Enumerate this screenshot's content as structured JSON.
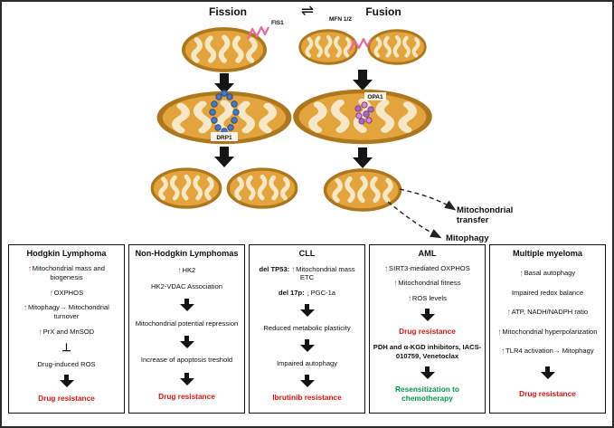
{
  "diagram": {
    "fission_label": "Fission",
    "fusion_label": "Fusion",
    "equilibrium_symbol": "⇌",
    "fis1_label": "FIS1",
    "mfn_label": "MFN 1/2",
    "drp1_label": "DRP1",
    "opa1_label": "OPA1",
    "transfer_label_line1": "Mitochondrial",
    "transfer_label_line2": "transfer",
    "mitophagy_label": "Mitophagy"
  },
  "symbols": {
    "up_arrow": "↑",
    "down_arrow": "↓",
    "inhibition": "⊥"
  },
  "colors": {
    "increase_arrow": "#B03A2E",
    "resistance_text": "#E01212",
    "resensitization_text": "#009B4E",
    "mitochondrion_body": "#E3A33D",
    "mitochondrion_outline": "#AD771E",
    "fission_fusion_protein_pink": "#E8679C",
    "drp1_blue": "#4A78C0",
    "opa1_purple": "#A569BD"
  },
  "panels": [
    {
      "title": "Hodgkin Lymphoma",
      "items": [
        {
          "text": "Mitochondrial mass and biogenesis"
        },
        {
          "text": "OXPHOS"
        },
        {
          "text": "Mitophagy→  Mitochondrial turnover"
        },
        {
          "text": "PrX and MnSOD"
        },
        {
          "text": "Drug-induced ROS"
        },
        {
          "text": "Drug resistance"
        }
      ]
    },
    {
      "title": "Non-Hodgkin Lymphomas",
      "items": [
        {
          "text": "HK2"
        },
        {
          "text": "HK2-VDAC Association"
        },
        {
          "text": "Mitochondrial potential repression"
        },
        {
          "text": "Increase of apoptosis treshold"
        },
        {
          "text": "Drug resistance"
        }
      ]
    },
    {
      "title": "CLL",
      "items": [
        {
          "prefix": "del TP53:",
          "text": "Mitochondrial mass ETC"
        },
        {
          "prefix": "del 17p:",
          "text": "PGC-1a"
        },
        {
          "text": "Reduced metabolic plasticity"
        },
        {
          "text": "Impaired autophagy"
        },
        {
          "text": "Ibrutinib resistance"
        }
      ]
    },
    {
      "title": "AML",
      "items": [
        {
          "text": "SIRT3-mediated OXPHOS"
        },
        {
          "text": "Mitochondrial fitness"
        },
        {
          "text": "ROS levels"
        },
        {
          "text": "Drug resistance"
        },
        {
          "text": "PDH and α-KGD inhibitors, IACS-010759, Venetoclax"
        },
        {
          "text": "Resensitization to chemotherapy"
        }
      ]
    },
    {
      "title": "Multiple myeloma",
      "items": [
        {
          "text": "Basal autophagy"
        },
        {
          "text": "Impaired redox balance"
        },
        {
          "text": "ATP, NADH/NADPH ratio"
        },
        {
          "text": "Mitochondrial hyperpolarization"
        },
        {
          "text": "TLR4 activation→ Mitophagy"
        },
        {
          "text": "Drug resistance"
        }
      ]
    }
  ]
}
